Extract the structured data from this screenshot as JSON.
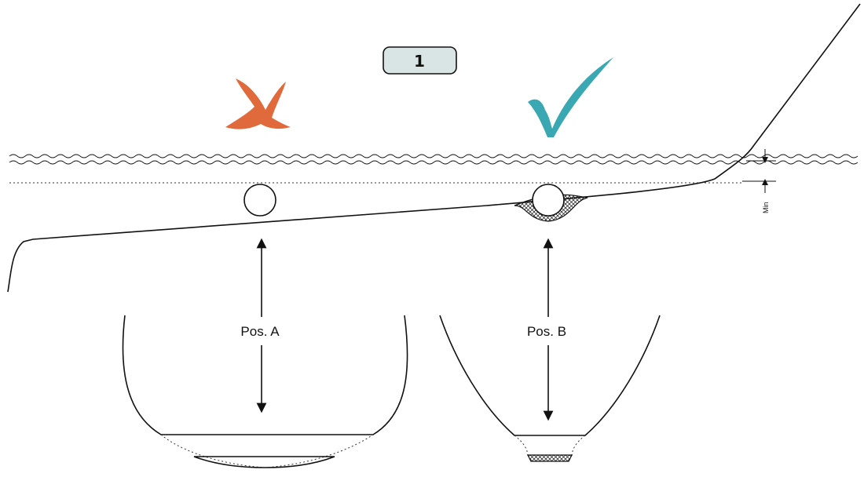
{
  "step_badge": {
    "label": "1"
  },
  "position_a": {
    "label": "Pos. A",
    "status": "incorrect"
  },
  "position_b": {
    "label": "Pos. B",
    "status": "correct"
  },
  "clearance": {
    "label": "Min"
  },
  "colors": {
    "incorrect": "#e06a3b",
    "correct": "#3aa8b3",
    "badge_fill": "#d8e5e4",
    "line": "#111111"
  }
}
